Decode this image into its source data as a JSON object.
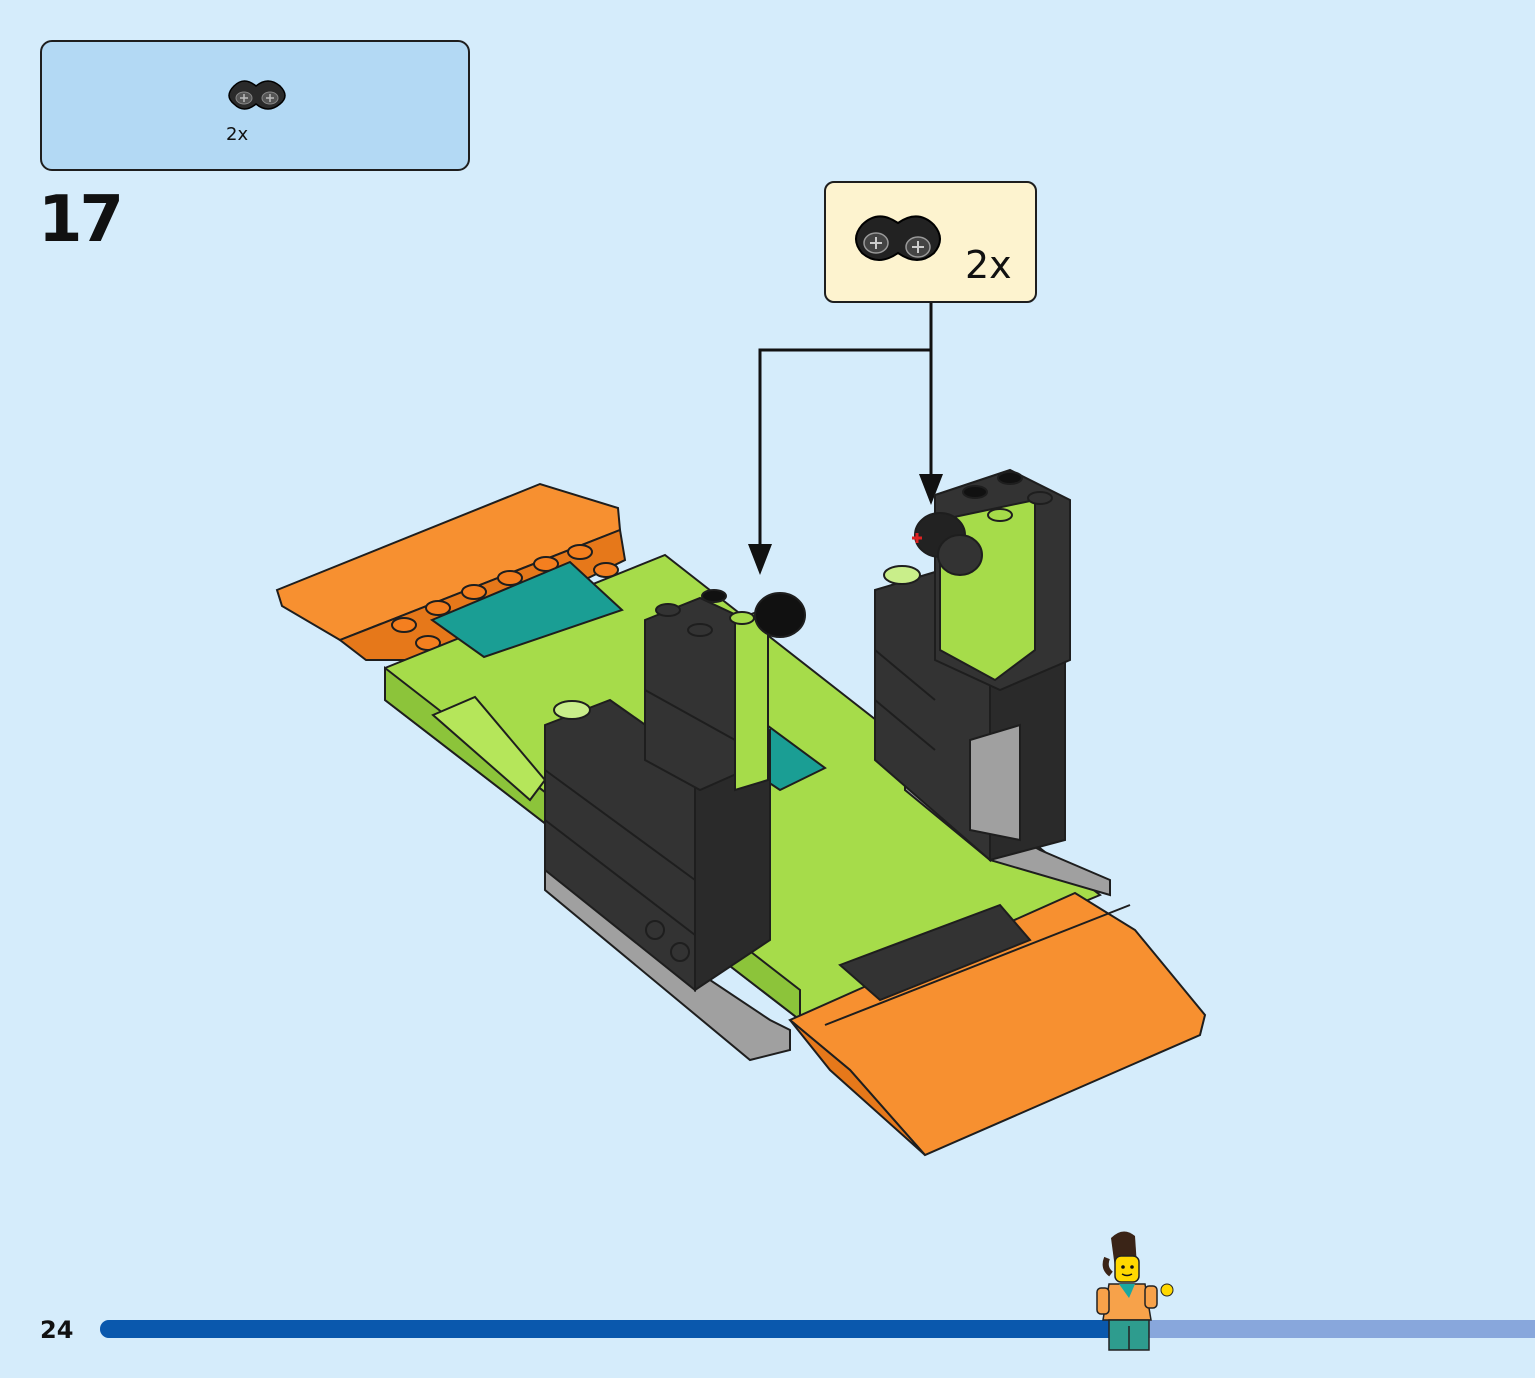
{
  "parts_list": {
    "items": [
      {
        "icon": "black-double-axle-connector-icon",
        "quantity": "2x"
      }
    ]
  },
  "step": {
    "number": "17"
  },
  "callout": {
    "icon": "black-double-axle-connector-icon",
    "quantity": "2x"
  },
  "model": {
    "icon": "skatepark-ramp-assembly-illustration",
    "colors": {
      "lime": "#a6dc4a",
      "orange": "#f79030",
      "teal": "#1a9e94",
      "black": "#333333",
      "gray": "#a0a0a0"
    }
  },
  "footer": {
    "page_number": "24",
    "progress": 0.72,
    "progress_color": "#0a58ad",
    "track_color": "#88a7dc",
    "minifig_icon": "minifigure-icon"
  }
}
